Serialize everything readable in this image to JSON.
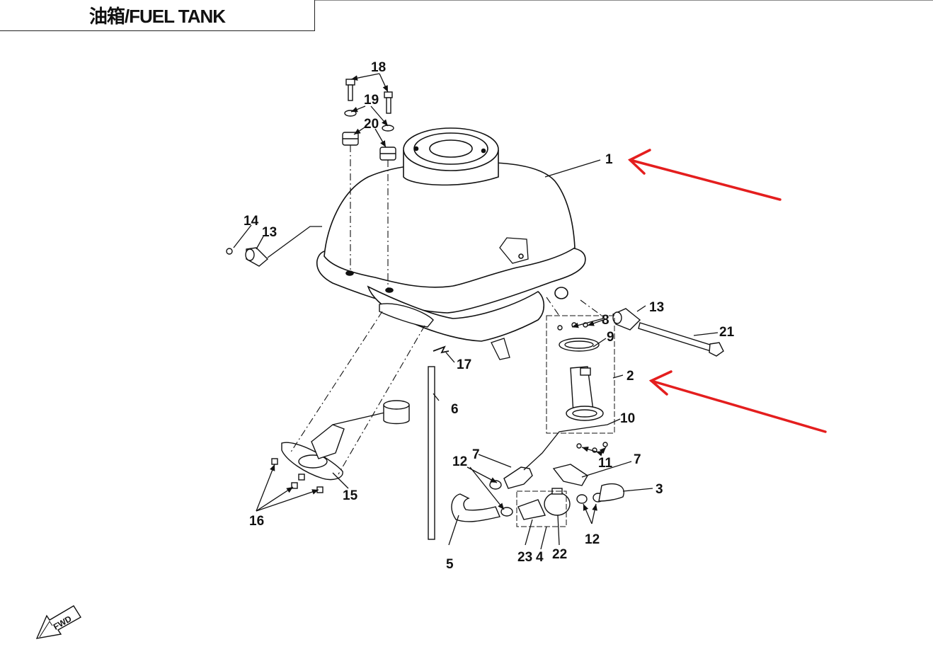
{
  "title": "油箱/FUEL TANK",
  "fwd_label": "FWD",
  "arrow_color": "#e41e1e",
  "line_color": "#111111",
  "callouts": [
    {
      "id": "c1",
      "label": "1"
    },
    {
      "id": "c2",
      "label": "2"
    },
    {
      "id": "c3",
      "label": "3"
    },
    {
      "id": "c4",
      "label": "4"
    },
    {
      "id": "c5",
      "label": "5"
    },
    {
      "id": "c6",
      "label": "6"
    },
    {
      "id": "c7a",
      "label": "7"
    },
    {
      "id": "c7b",
      "label": "7"
    },
    {
      "id": "c8",
      "label": "8"
    },
    {
      "id": "c9",
      "label": "9"
    },
    {
      "id": "c10",
      "label": "10"
    },
    {
      "id": "c11",
      "label": "11"
    },
    {
      "id": "c12a",
      "label": "12"
    },
    {
      "id": "c12b",
      "label": "12"
    },
    {
      "id": "c13a",
      "label": "13"
    },
    {
      "id": "c13b",
      "label": "13"
    },
    {
      "id": "c14",
      "label": "14"
    },
    {
      "id": "c15",
      "label": "15"
    },
    {
      "id": "c16",
      "label": "16"
    },
    {
      "id": "c17",
      "label": "17"
    },
    {
      "id": "c18",
      "label": "18"
    },
    {
      "id": "c19",
      "label": "19"
    },
    {
      "id": "c20",
      "label": "20"
    },
    {
      "id": "c21",
      "label": "21"
    },
    {
      "id": "c22",
      "label": "22"
    },
    {
      "id": "c23",
      "label": "23"
    }
  ]
}
